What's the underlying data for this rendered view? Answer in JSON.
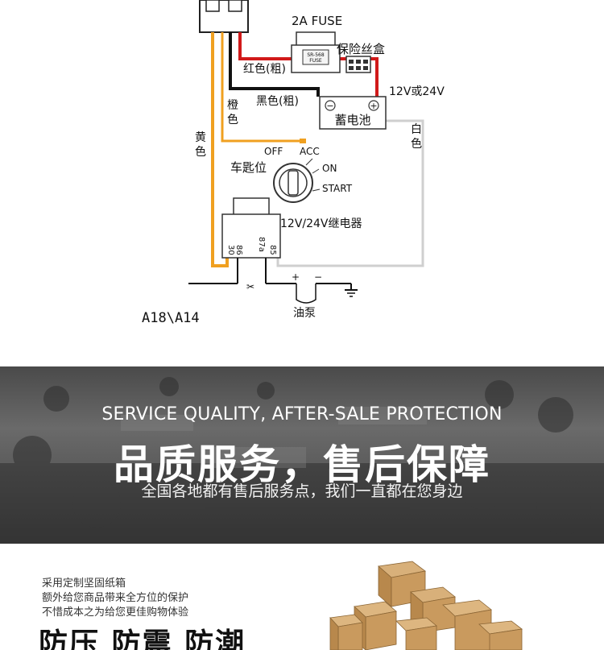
{
  "wiring": {
    "fuse_rating": "2A FUSE",
    "fuse_box_label": "保险丝盒",
    "fuse_part_line1": "SR-568",
    "fuse_part_line2": "FUSE",
    "red_wire": "红色(粗)",
    "black_wire": "黑色(粗)",
    "orange_wire_1": "橙",
    "orange_wire_2": "色",
    "yellow_wire_1": "黄",
    "yellow_wire_2": "色",
    "white_wire_1": "白",
    "white_wire_2": "色",
    "battery": "蓄电池",
    "battery_voltage": "12V或24V",
    "battery_neg": "−",
    "battery_pos": "+",
    "ignition": "车匙位",
    "key_off": "OFF",
    "key_acc": "ACC",
    "key_on": "ON",
    "key_start": "START",
    "relay": "12V/24V继电器",
    "pin_30": "30",
    "pin_86": "86",
    "pin_87a": "87a",
    "pin_85": "85",
    "pump_plus": "+",
    "pump_minus": "−",
    "pump": "油泵",
    "model": "A18\\A14",
    "colors": {
      "red": "#d11a1a",
      "black": "#111111",
      "orange": "#f0a020",
      "yellow": "#f0a020",
      "white": "#c8c8c8"
    }
  },
  "service": {
    "title_en": "SERVICE QUALITY, AFTER-SALE PROTECTION",
    "title_cn": "品质服务，售后保障",
    "subtitle": "全国各地都有售后服务点，我们一直都在您身边"
  },
  "packaging": {
    "lines": [
      "采用定制坚固纸箱",
      "额外给您商品带来全方位的保护",
      "不惜成本之为给您更佳购物体验"
    ],
    "tagline": "防压  防震  防潮"
  }
}
